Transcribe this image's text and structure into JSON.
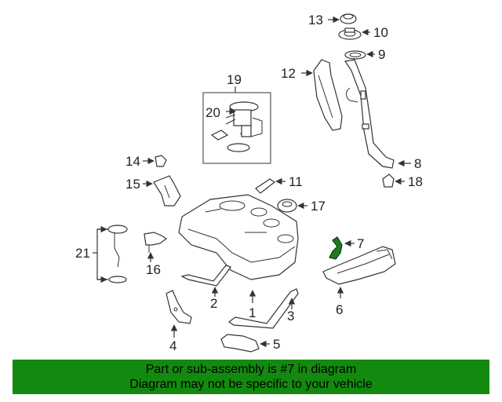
{
  "diagram": {
    "callouts": [
      "1",
      "2",
      "3",
      "4",
      "5",
      "6",
      "7",
      "8",
      "9",
      "10",
      "11",
      "12",
      "13",
      "14",
      "15",
      "16",
      "17",
      "18",
      "19",
      "20",
      "21"
    ],
    "highlighted_part": "7",
    "highlight_color": "#1f7a1f"
  },
  "banner": {
    "line1": "Part or sub-assembly is #7 in diagram",
    "line2": "Diagram may not be specific to your vehicle",
    "background": "#138a0f"
  }
}
